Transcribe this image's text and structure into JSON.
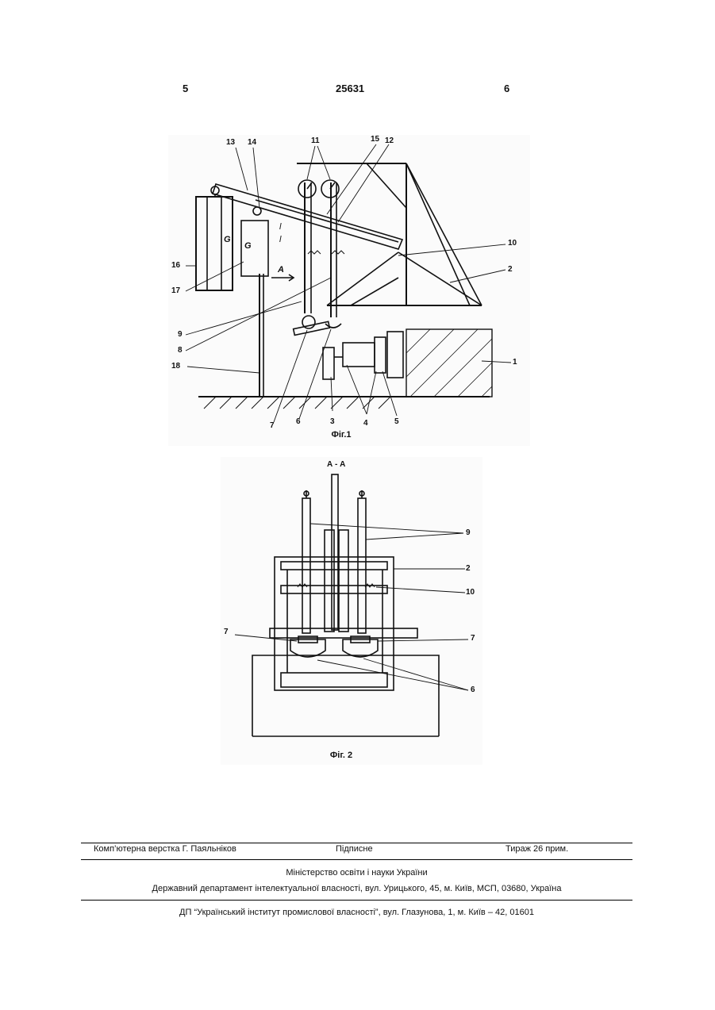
{
  "header": {
    "page_left": "5",
    "patent_number": "25631",
    "page_right": "6"
  },
  "figure1": {
    "caption": "Фіг.1",
    "callouts": {
      "c13": "13",
      "c14": "14",
      "c11": "11",
      "c15": "15",
      "c12": "12",
      "c10": "10",
      "c2": "2",
      "c16": "16",
      "c17": "17",
      "c9": "9",
      "c8": "8",
      "c1": "1",
      "c18": "18",
      "c7": "7",
      "c6": "6",
      "c3": "3",
      "c4": "4",
      "c5": "5",
      "arrowA": "A",
      "g1": "G",
      "g2": "G",
      "l1": "l",
      "l2": "l"
    }
  },
  "figure2": {
    "section_title": "А - А",
    "caption": "Фіг. 2",
    "callouts": {
      "c9": "9",
      "c2": "2",
      "c10": "10",
      "c7left": "7",
      "c7right": "7",
      "c6": "6"
    }
  },
  "footer": {
    "layout_credit": "Комп’ютерна верстка Г. Паяльніков",
    "signed": "Підписне",
    "circulation": "Тираж 26 прим.",
    "ministry": "Міністерство освіти і науки України",
    "department": "Державний департамент інтелектуальної власності, вул. Урицького, 45, м. Київ, МСП, 03680, Україна",
    "institute": "ДП “Український інститут промислової власності”, вул. Глазунова, 1, м. Київ – 42, 01601"
  }
}
